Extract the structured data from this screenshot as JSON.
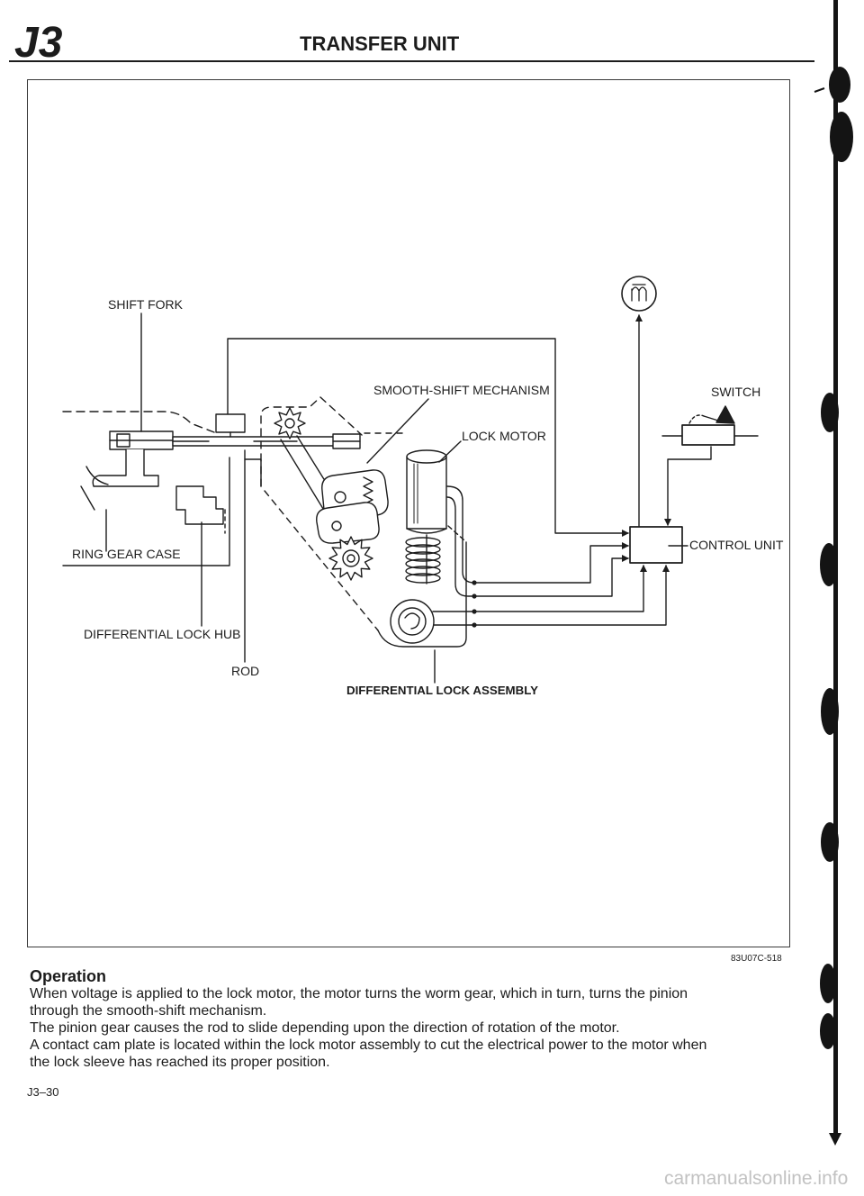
{
  "page": {
    "section_code": "J3",
    "title": "TRANSFER UNIT"
  },
  "figure": {
    "labels": {
      "shift_fork": "SHIFT FORK",
      "smooth_shift_mechanism": "SMOOTH-SHIFT MECHANISM",
      "switch": "SWITCH",
      "lock_motor": "LOCK MOTOR",
      "ring_gear_case": "RING GEAR CASE",
      "control_unit": "CONTROL UNIT",
      "differential_lock_hub": "DIFFERENTIAL LOCK HUB",
      "rod": "ROD",
      "differential_lock_assembly": "DIFFERENTIAL LOCK ASSEMBLY"
    },
    "figure_code": "83U07C-518",
    "icons": {
      "power_symbol": "motor-symbol-icon",
      "switch_symbol": "switch-symbol-icon"
    }
  },
  "operation": {
    "heading": "Operation",
    "lines": [
      "When voltage is applied to the lock motor, the motor turns the worm gear, which in turn, turns the pinion",
      "through the smooth-shift mechanism.",
      "The pinion gear causes the rod to slide depending upon the direction of rotation of the motor.",
      "A contact cam plate is located within the lock motor assembly to cut the electrical power to the motor when",
      "the lock sleeve has reached its proper position."
    ]
  },
  "footer": {
    "page_number": "J3–30",
    "watermark": "carmanualsonline.info"
  },
  "colors": {
    "ink": "#1c1c1c",
    "paper": "#ffffff",
    "watermark": "#c2c2c2"
  }
}
